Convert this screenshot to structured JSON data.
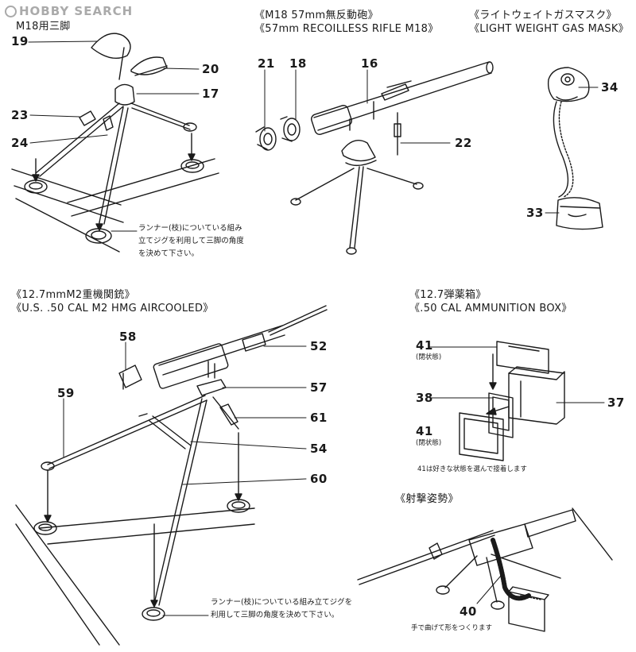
{
  "watermark": {
    "text": "HOBBY SEARCH"
  },
  "sections": {
    "tripod": {
      "title_jp": "M18用三脚"
    },
    "rifle": {
      "title_jp": "《M18 57mm無反動砲》",
      "title_en": "《57mm RECOILLESS RIFLE M18》"
    },
    "mask": {
      "title_jp": "《ライトウェイトガスマスク》",
      "title_en": "《LIGHT WEIGHT GAS MASK》"
    },
    "hmg": {
      "title_jp": "《12.7mmM2重機関銃》",
      "title_en": "《U.S. .50 CAL M2 HMG AIRCOOLED》"
    },
    "ammo": {
      "title_jp": "《12.7弾薬箱》",
      "title_en": "《.50 CAL AMMUNITION BOX》"
    },
    "firing": {
      "title_jp": "《射撃姿勢》"
    }
  },
  "part_numbers": {
    "p19": "19",
    "p20": "20",
    "p17": "17",
    "p23": "23",
    "p24": "24",
    "p21": "21",
    "p18": "18",
    "p16": "16",
    "p22": "22",
    "p34": "34",
    "p33": "33",
    "p58": "58",
    "p52": "52",
    "p57": "57",
    "p59": "59",
    "p61": "61",
    "p54": "54",
    "p60": "60",
    "p41a": "41",
    "p38": "38",
    "p37": "37",
    "p41b": "41",
    "p40": "40"
  },
  "notes": {
    "tripod_jig": "ランナー(枝)についている組み立てジグを利用して三脚の角度を決めて下さい。",
    "hmg_jig": "ランナー(枝)についている組み立てジグを利用して三脚の角度を決めて下さい。",
    "closed_state_a": "(閉状態)",
    "closed_state_b": "(閉状態)",
    "ammo_choice": "41は好きな状態を選んで接着します",
    "bend_belt": "手で曲げて形をつくります"
  }
}
